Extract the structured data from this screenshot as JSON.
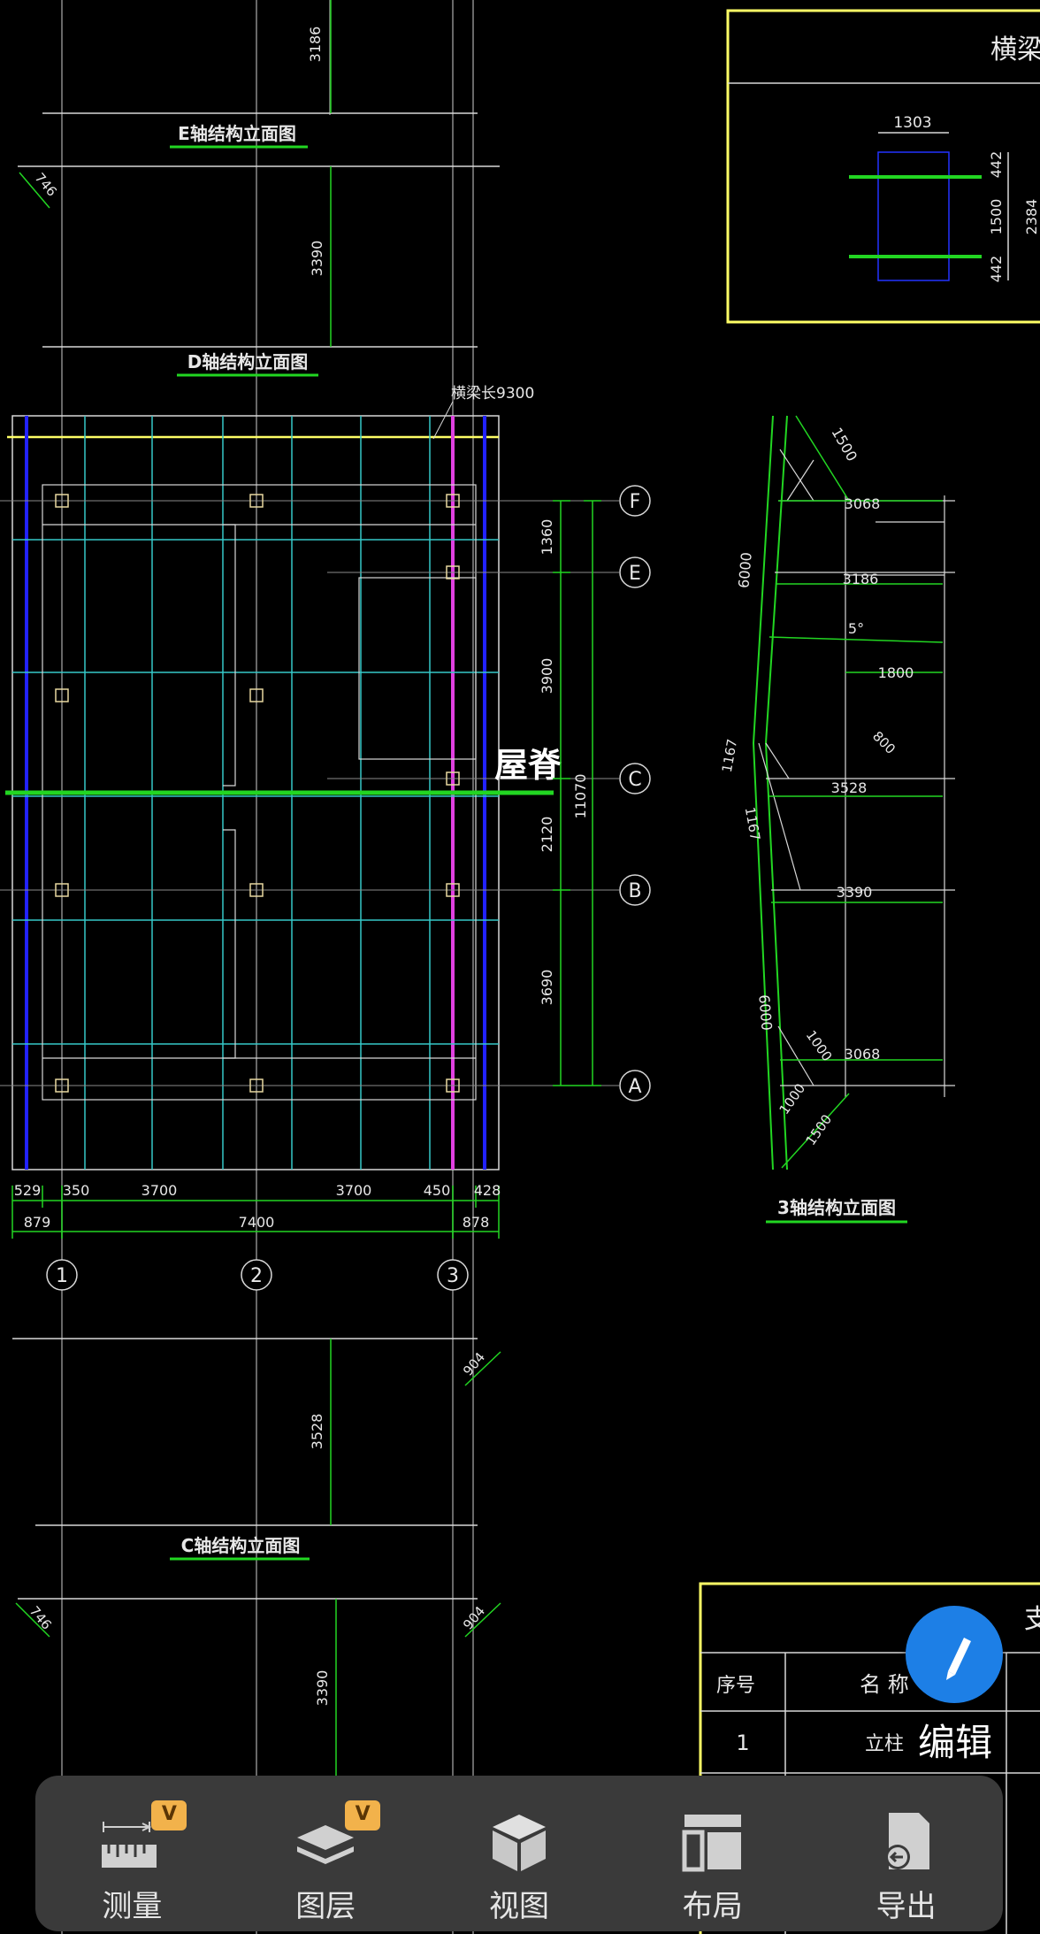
{
  "drawing": {
    "titles": {
      "e_axis": "E轴结构立面图",
      "d_axis": "D轴结构立面图",
      "c_axis": "C轴结构立面图",
      "axis3": "3轴结构立面图",
      "top_right_table": "横梁位",
      "bottom_right_table": "支架型"
    },
    "ridge_label": "屋脊",
    "beam_note": "横梁长9300",
    "axis_bubbles": {
      "rows": [
        "F",
        "E",
        "C",
        "B",
        "A"
      ],
      "cols": [
        "1",
        "2",
        "3"
      ]
    },
    "plan_dims": {
      "vertical": [
        "1360",
        "3900",
        "2120",
        "3690"
      ],
      "total_vertical": "11070",
      "bottom_row1": [
        "529",
        "350",
        "3700",
        "3700",
        "450",
        "428"
      ],
      "bottom_row2": [
        "879",
        "7400",
        "878"
      ]
    },
    "elevation_dims": {
      "e_top": "3186",
      "e_height": "3390",
      "e_slant": "746",
      "c_upper": "3528",
      "c_upper_slant": "904",
      "c_lower": "3390",
      "c_lower_slant_left": "746",
      "c_lower_slant_right": "904"
    },
    "axis3_dims": {
      "slant_top": "1500",
      "slant_top2": "6000",
      "h1": "3068",
      "h2": "3186",
      "angle": "5°",
      "h3": "1800",
      "d800": "800",
      "v1167": "1167",
      "h4": "3528",
      "v1167b": "1167",
      "h5": "3390",
      "slant_bottom": "6000",
      "d1000a": "1000",
      "h6": "3068",
      "d1000b": "1000",
      "slant_bottom2": "1500"
    },
    "detail_dims": {
      "width": "1303",
      "d442a": "442",
      "d1500": "1500",
      "d442b": "442",
      "d2384": "2384"
    },
    "table": {
      "headers": [
        "序号",
        "名  称"
      ],
      "row1": [
        "1",
        "立柱"
      ]
    }
  },
  "fab": {
    "label": "编辑",
    "icon": "pencil-icon"
  },
  "toolbar": {
    "items": [
      {
        "label": "测量",
        "icon": "ruler-icon",
        "vip": "V"
      },
      {
        "label": "图层",
        "icon": "layers-icon",
        "vip": "V"
      },
      {
        "label": "视图",
        "icon": "cube-icon"
      },
      {
        "label": "布局",
        "icon": "layout-icon"
      },
      {
        "label": "导出",
        "icon": "export-file-icon"
      }
    ]
  },
  "colors": {
    "background": "#000000",
    "grid_line": "#d8d8d8",
    "green": "#22d622",
    "cyan": "#35c8c8",
    "yellow": "#ffff66",
    "blue": "#2222ff",
    "magenta": "#e040e0",
    "fab": "#1d7fe6",
    "toolbar": "#3a3a3a",
    "vip_badge": "#f2b24b"
  }
}
